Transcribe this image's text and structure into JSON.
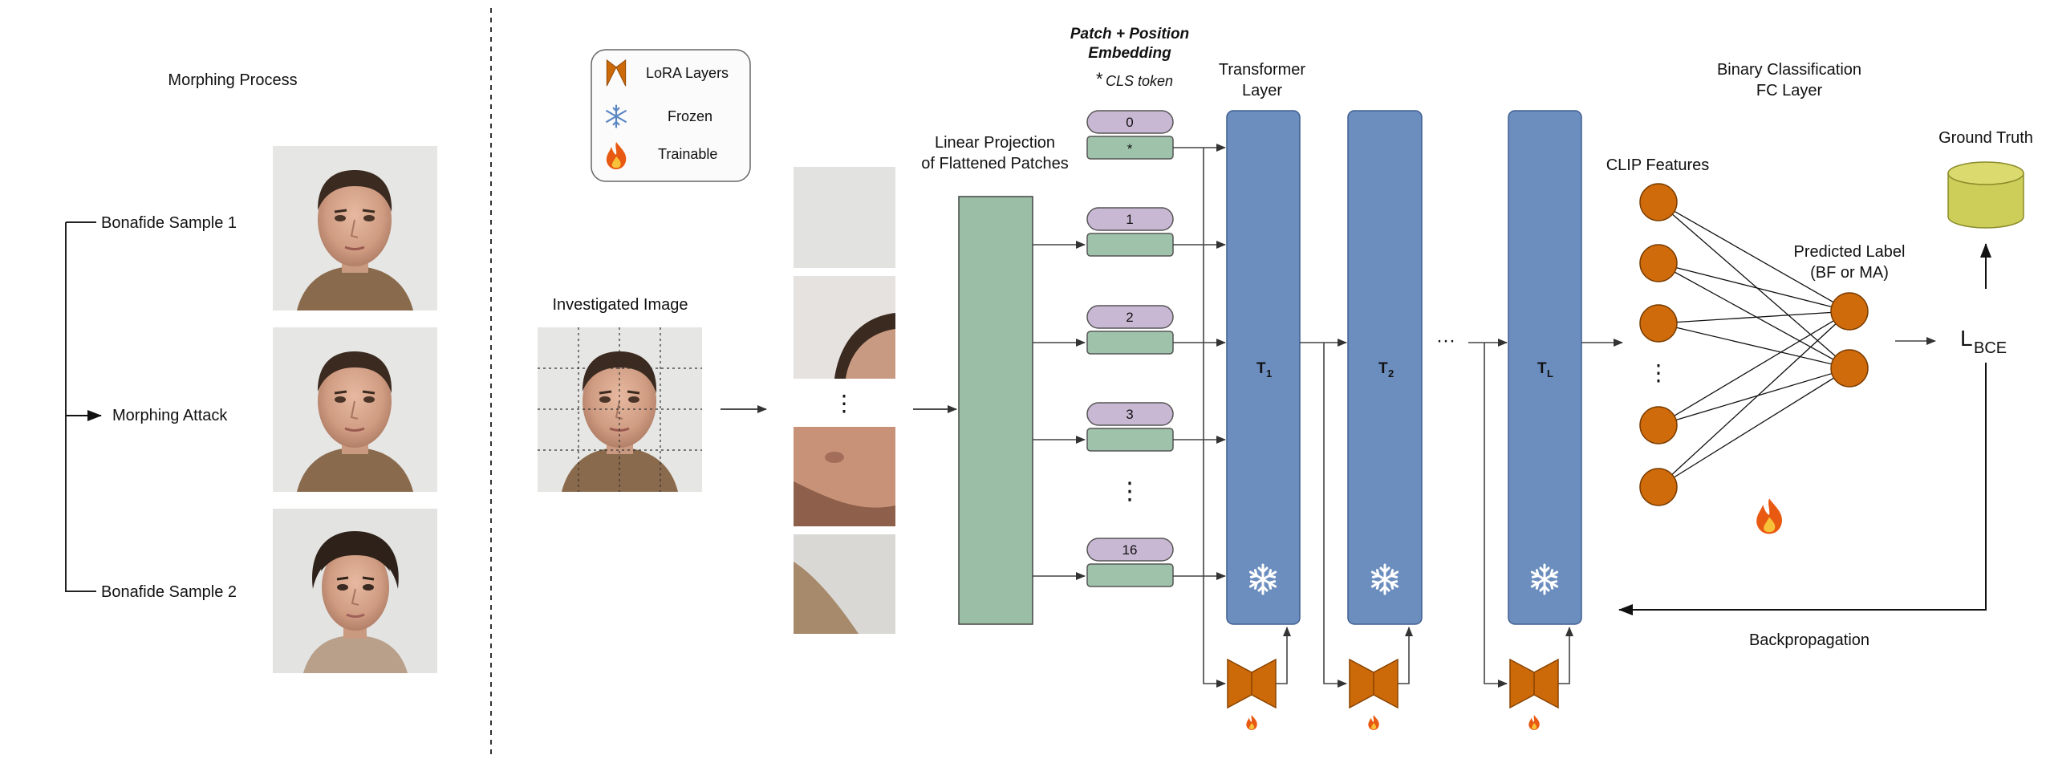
{
  "morphing": {
    "title": "Morphing Process",
    "bonafide1": "Bonafide Sample 1",
    "attack": "Morphing Attack",
    "bonafide2": "Bonafide Sample 2"
  },
  "legend": {
    "lora": "LoRA Layers",
    "frozen": "Frozen",
    "trainable": "Trainable"
  },
  "input": {
    "investigated": "Investigated Image",
    "patch_dots": "⋮"
  },
  "projection": {
    "line1": "Linear Projection",
    "line2": "of Flattened Patches"
  },
  "embedding": {
    "line1": "Patch + Position",
    "line2": "Embedding",
    "cls_star": "*",
    "cls_text": "CLS token",
    "tokens": [
      "0",
      "1",
      "2",
      "3",
      "16"
    ],
    "cls_marker": "*",
    "dots": "⋮"
  },
  "transformer": {
    "title_line1": "Transformer",
    "title_line2": "Layer",
    "t1_main": "T",
    "t1_sub": "1",
    "t2_main": "T",
    "t2_sub": "2",
    "tl_main": "T",
    "tl_sub": "L",
    "between_dots": "···"
  },
  "classifier": {
    "title_line1": "Binary Classification",
    "title_line2": "FC Layer",
    "clip_features": "CLIP Features",
    "dots": "⋮",
    "predicted_line1": "Predicted Label",
    "predicted_line2": "(BF or MA)"
  },
  "loss": {
    "ground_truth": "Ground Truth",
    "l_main": "L",
    "l_sub": "BCE",
    "backprop": "Backpropagation"
  },
  "colors": {
    "token_purple": "#c9b8d4",
    "token_green": "#9fc3aa",
    "projection_green": "#9bbfa6",
    "transformer_blue": "#6c8ebf",
    "lora_orange": "#cc6a0a",
    "node_orange": "#d06b0c",
    "ground_truth_yellow": "#cdcd5a"
  },
  "icons": [
    "snowflake-icon",
    "flame-icon",
    "lora-bowtie-icon"
  ]
}
